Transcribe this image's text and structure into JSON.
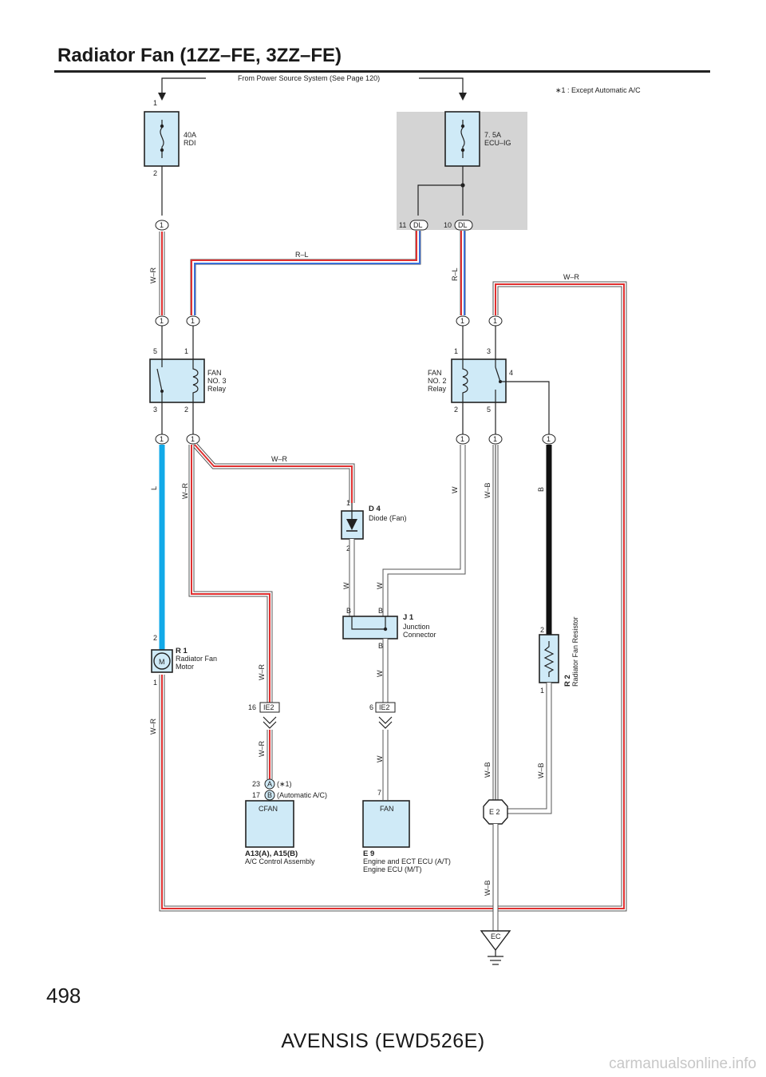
{
  "header": {
    "title": "Radiator Fan (1ZZ–FE, 3ZZ–FE)"
  },
  "footer": {
    "page_number": "498",
    "model": "AVENSIS (EWD526E)",
    "watermark": "carmanualsonline.info"
  },
  "notes": {
    "power_source": "From Power Source System (See Page 120)",
    "footnote": "∗1 : Except Automatic A/C"
  },
  "fuses": {
    "rdi": {
      "rating": "40A",
      "name": "RDI",
      "pin_top": "1",
      "pin_bottom": "2"
    },
    "ecu_ig": {
      "rating": "7. 5A",
      "name": "ECU–IG"
    }
  },
  "connectors": {
    "dl11": {
      "pin": "11",
      "code": "DL"
    },
    "dl10": {
      "pin": "10",
      "code": "DL"
    },
    "ie2_16": {
      "pin": "16",
      "code": "IE2"
    },
    "ie2_6": {
      "pin": "6",
      "code": "IE2"
    },
    "e2": "E 2",
    "ec": "EC",
    "junction_pin": "1"
  },
  "relays": {
    "fan3": {
      "line1": "FAN",
      "line2": "NO. 3",
      "line3": "Relay",
      "pins": {
        "tl": "5",
        "tr": "1",
        "bl": "3",
        "br": "2"
      }
    },
    "fan2": {
      "line1": "FAN",
      "line2": "NO. 2",
      "line3": "Relay",
      "pins": {
        "tl": "1",
        "tr": "3",
        "side": "4",
        "bl": "2",
        "br": "5"
      }
    }
  },
  "wires": {
    "wr": "W–R",
    "rl": "R–L",
    "l": "L",
    "w": "W",
    "wb": "W–B",
    "b": "B"
  },
  "components": {
    "d4": {
      "code": "D 4",
      "name": "Diode (Fan)",
      "pin1": "1",
      "pin2": "2"
    },
    "j1": {
      "code": "J 1",
      "line1": "Junction",
      "line2": "Connector",
      "b": "B"
    },
    "r1": {
      "code": "R 1",
      "line1": "Radiator Fan",
      "line2": "Motor",
      "symbol": "M",
      "pin2": "2",
      "pin1": "1"
    },
    "r2": {
      "code": "R 2",
      "name": "Radiator Fan Resistor",
      "pin2": "2",
      "pin1": "1"
    },
    "ac": {
      "code": "A13(A), A15(B)",
      "name": "A/C Control Assembly",
      "terminal": "CFAN",
      "pin_a": "23",
      "letter_a": "A",
      "note_a": "(∗1)",
      "pin_b": "17",
      "letter_b": "B",
      "note_b": "(Automatic A/C)"
    },
    "e9": {
      "code": "E 9",
      "line1": "Engine and ECT ECU (A/T)",
      "line2": "Engine ECU (M/T)",
      "terminal": "FAN",
      "pin": "7"
    }
  },
  "colors": {
    "component_fill": "#cfeaf7",
    "gray_box": "#d4d4d4",
    "wire_red": "#e03030",
    "wire_blue_L": "#12a9e8",
    "wire_black": "#111111"
  }
}
